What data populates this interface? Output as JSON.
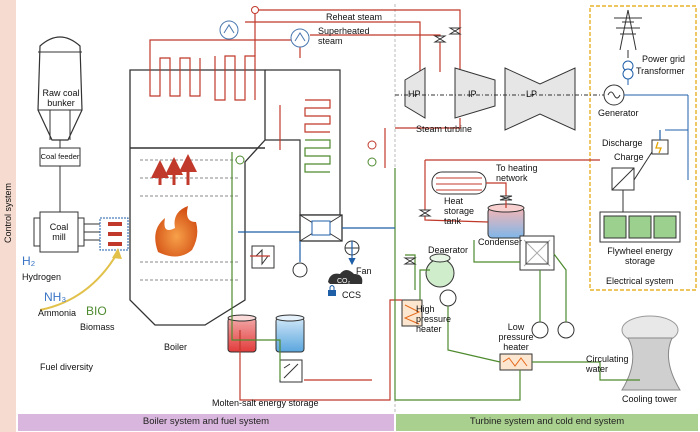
{
  "title_control": "Control system",
  "sections": {
    "boiler_band": "Boiler system and fuel system",
    "turbine_band": "Turbine system and cold end system",
    "electrical": "Electrical system"
  },
  "labels": {
    "raw_coal_bunker": "Raw coal bunker",
    "coal_feeder": "Coal feeder",
    "coal_mill": "Coal mill",
    "hydrogen": "Hydrogen",
    "ammonia": "Ammonia",
    "biomass": "Biomass",
    "fuel_diversity": "Fuel diversity",
    "boiler": "Boiler",
    "reheat_steam": "Reheat steam",
    "superheated_steam": "Superheated steam",
    "fan": "Fan",
    "ccs": "CCS",
    "molten_salt": "Molten-salt energy storage",
    "hp": "HP",
    "ip": "IP",
    "lp": "LP",
    "steam_turbine": "Steam turbine",
    "to_heating_network": "To heating network",
    "heat_storage_tank": "Heat storage tank",
    "deaerator": "Deaerator",
    "condenser": "Condenser",
    "high_pressure_heater": "High pressure heater",
    "low_pressure_heater": "Low pressure heater",
    "circulating_water": "Circulating water",
    "cooling_tower": "Cooling tower",
    "power_grid": "Power grid",
    "transformer": "Transformer",
    "generator": "Generator",
    "discharge": "Discharge",
    "charge": "Charge",
    "flywheel": "Flywheel energy storage",
    "h2_symbol": "H₂",
    "nh3_symbol": "NH₃",
    "bio_symbol": "BIO",
    "co2_symbol": "CO₂"
  },
  "colors": {
    "control_bg": "#f6dcd0",
    "boiler_band": "#d9b6dd",
    "turbine_band": "#a9d08e",
    "steam_red": "#c0392b",
    "water_green": "#4e8a2e",
    "flow_blue": "#1f5fa8",
    "electrical_border": "#e2a400",
    "fire_orange": "#e46a1c"
  }
}
